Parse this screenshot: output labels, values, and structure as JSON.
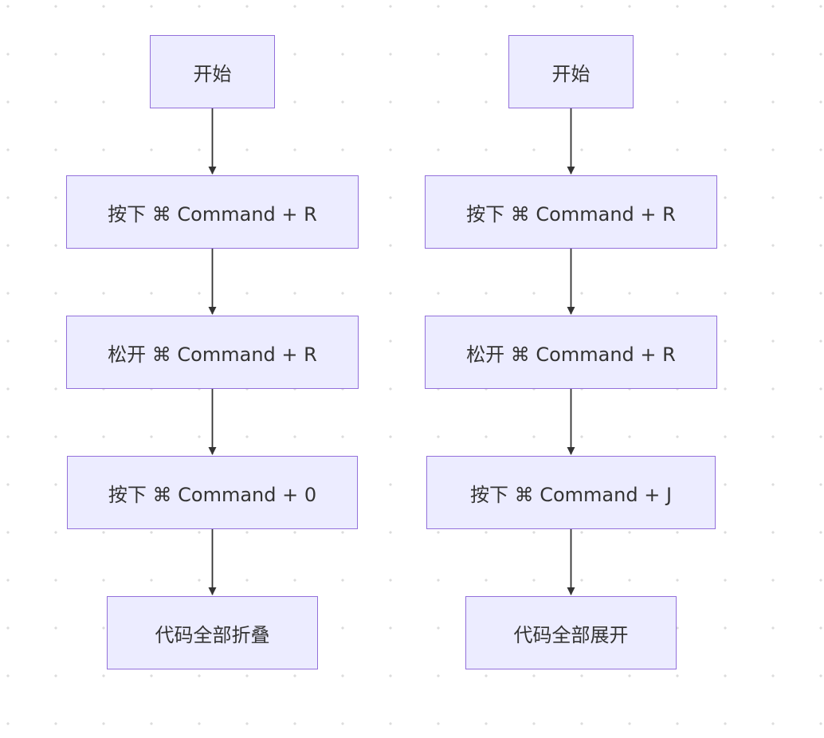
{
  "charts": [
    {
      "nodes": [
        {
          "label": "开始"
        },
        {
          "label": "按下 ⌘ Command + R"
        },
        {
          "label": "松开 ⌘ Command + R"
        },
        {
          "label": "按下 ⌘ Command + 0"
        },
        {
          "label": "代码全部折叠"
        }
      ],
      "edges": [
        [
          0,
          1
        ],
        [
          1,
          2
        ],
        [
          2,
          3
        ],
        [
          3,
          4
        ]
      ]
    },
    {
      "nodes": [
        {
          "label": "开始"
        },
        {
          "label": "按下 ⌘ Command + R"
        },
        {
          "label": "松开 ⌘ Command + R"
        },
        {
          "label": "按下 ⌘ Command + J"
        },
        {
          "label": "代码全部展开"
        }
      ],
      "edges": [
        [
          0,
          1
        ],
        [
          1,
          2
        ],
        [
          2,
          3
        ],
        [
          3,
          4
        ]
      ]
    }
  ],
  "colors": {
    "node_fill": "#ececff",
    "node_border": "#9370db",
    "edge": "#333333",
    "text": "#333333",
    "grid_dot": "#dcdcdc"
  }
}
